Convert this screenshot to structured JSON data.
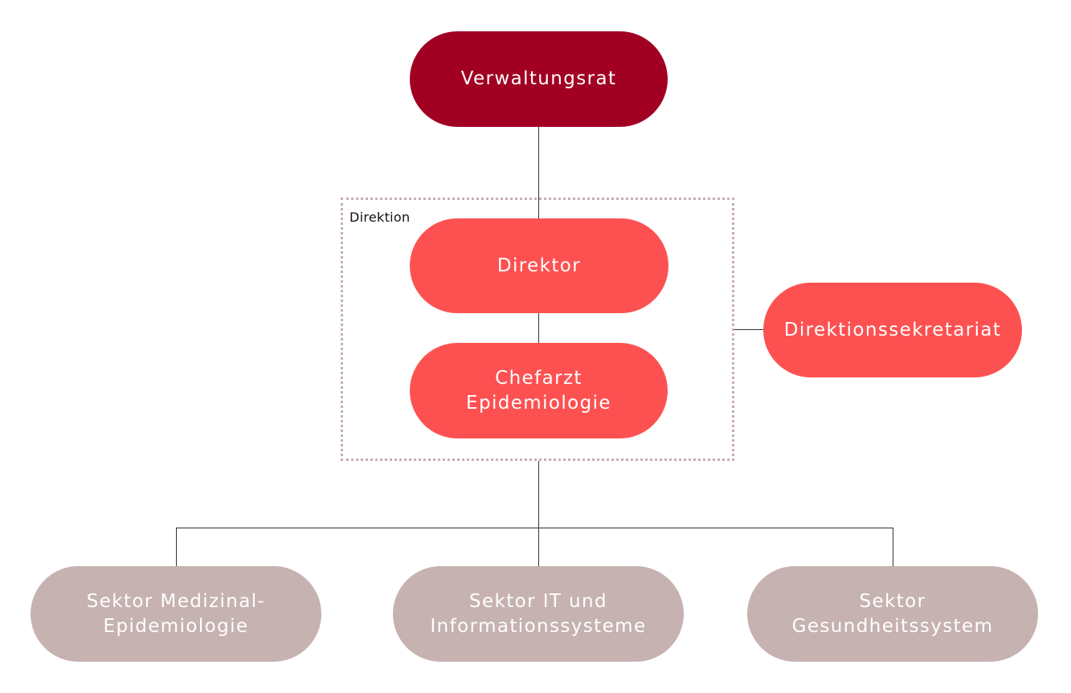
{
  "colors": {
    "board": "#a10022",
    "management": "#fd5151",
    "sector": "#c6b2b0",
    "group_border": "#c9aeb0",
    "connector": "#333333"
  },
  "group": {
    "label": "Direktion"
  },
  "nodes": {
    "board": {
      "lines": [
        "Verwaltungsrat"
      ]
    },
    "director": {
      "lines": [
        "Direktor"
      ]
    },
    "chief_physician": {
      "lines": [
        "Chefarzt",
        "Epidemiologie"
      ]
    },
    "secretariat": {
      "lines": [
        "Direktionssekretariat"
      ]
    },
    "sectors": [
      {
        "lines": [
          "Sektor Medizinal-",
          "Epidemiologie"
        ]
      },
      {
        "lines": [
          "Sektor IT und",
          "Informationssysteme"
        ]
      },
      {
        "lines": [
          "Sektor",
          "Gesundheitssystem"
        ]
      }
    ]
  }
}
